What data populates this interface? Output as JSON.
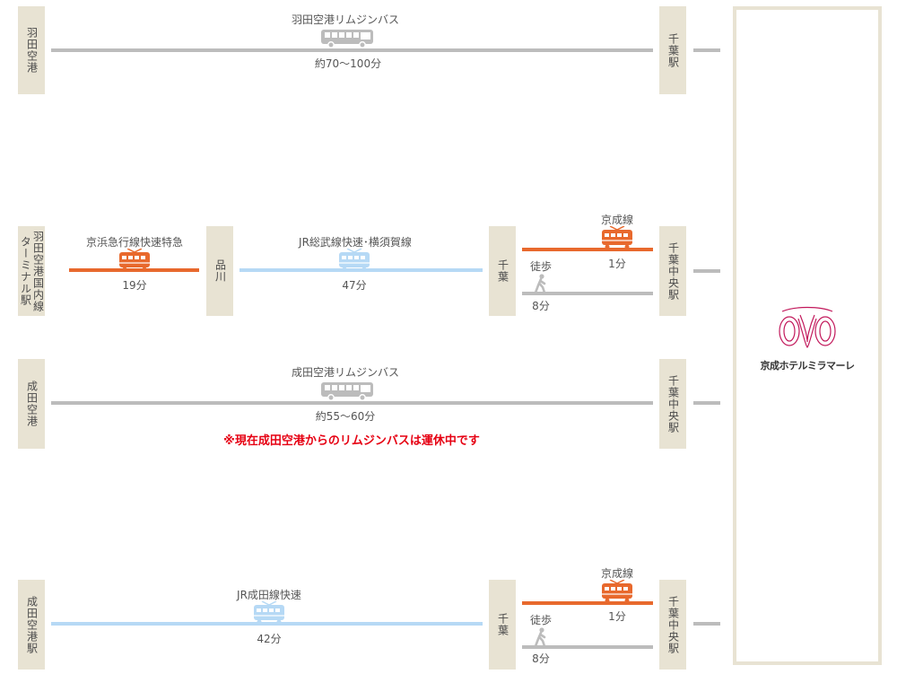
{
  "route1": {
    "origin": [
      "羽田空港"
    ],
    "destination": [
      "千葉駅"
    ],
    "segment": {
      "name": "羽田空港リムジンバス",
      "time": "約70〜100分"
    }
  },
  "route2": {
    "origin": [
      "羽田空港国内線",
      "ターミナル駅"
    ],
    "transfer1": [
      "品川"
    ],
    "transfer2": [
      "千葉"
    ],
    "destination": [
      "千葉中央駅"
    ],
    "seg1": {
      "name": "京浜急行線快速特急",
      "time": "19分"
    },
    "seg2": {
      "name": "JR総武線快速･横須賀線",
      "time": "47分"
    },
    "seg3a": {
      "name": "京成線",
      "time": "1分"
    },
    "seg3b": {
      "name": "徒歩",
      "time": "8分"
    }
  },
  "route3": {
    "origin": [
      "成田空港"
    ],
    "destination": [
      "千葉中央駅"
    ],
    "segment": {
      "name": "成田空港リムジンバス",
      "time": "約55〜60分"
    },
    "notice": "※現在成田空港からのリムジンバスは運休中です"
  },
  "route4": {
    "origin": [
      "成田空港駅"
    ],
    "transfer": [
      "千葉"
    ],
    "destination": [
      "千葉中央駅"
    ],
    "seg1": {
      "name": "JR成田線快速",
      "time": "42分"
    },
    "seg2a": {
      "name": "京成線",
      "time": "1分"
    },
    "seg2b": {
      "name": "徒歩",
      "time": "8分"
    }
  },
  "hotel": {
    "name": "京成ホテルミラマーレ"
  },
  "colors": {
    "bus": "#bcbcbc",
    "jr": "#b6d9f5",
    "keisei": "#e8692d",
    "station_bg": "#e8e3d3"
  },
  "icons": {
    "bus": "bus-icon",
    "train": "train-icon",
    "walk": "walking-person-icon",
    "logo": "hotel-logo-icon"
  }
}
